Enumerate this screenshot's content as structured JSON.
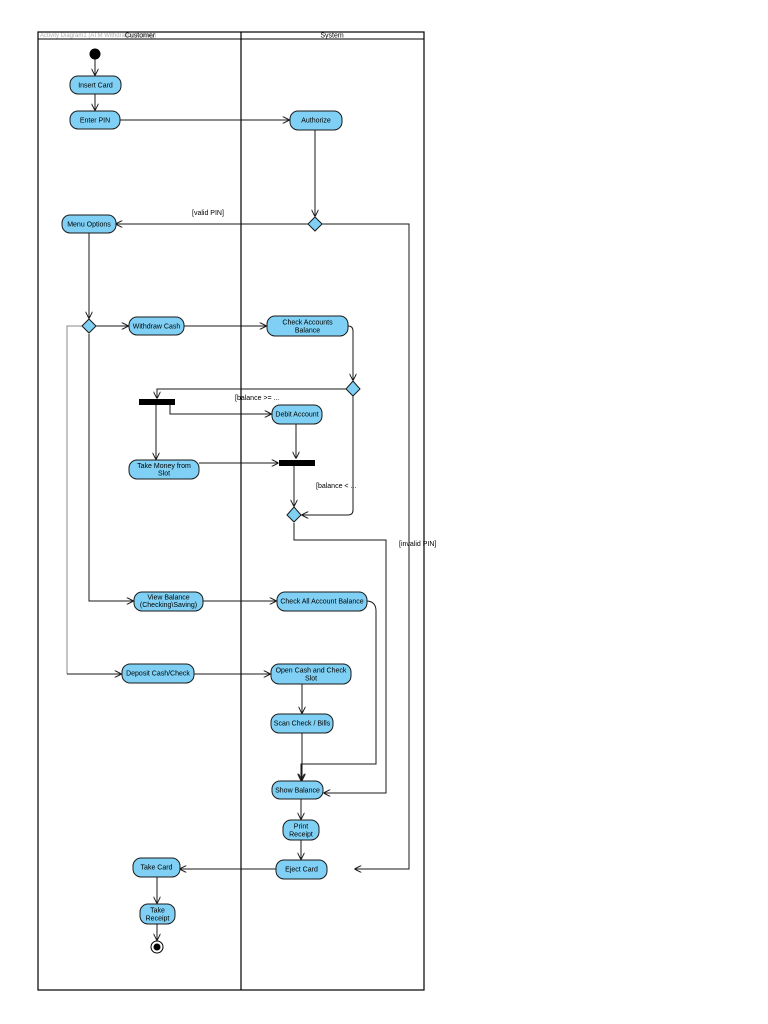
{
  "diagram": {
    "header_text": "Activity Diagram1 (ATM Withdrawal Activity)",
    "lanes": {
      "customer": "Customer",
      "system": "System"
    },
    "nodes": {
      "insert_card": "Insert Card",
      "enter_pin": "Enter PIN",
      "authorize": "Authorize",
      "menu_options": "Menu Options",
      "withdraw_cash": "Withdraw Cash",
      "check_accounts_balance_1": "Check Accounts",
      "check_accounts_balance_2": "Balance",
      "debit_account": "Debit Account",
      "take_money_1": "Take Money from",
      "take_money_2": "Slot",
      "view_balance_1": "View Balance",
      "view_balance_2": "(Checking\\Saving)",
      "check_all_account_balance": "Check All Account Balance",
      "deposit_cash_check": "Deposit Cash/Check",
      "open_cash_check_slot_1": "Open Cash and Check",
      "open_cash_check_slot_2": "Slot",
      "scan_check_bills": "Scan Check / Bills",
      "show_balance": "Show Balance",
      "print_receipt_1": "Print",
      "print_receipt_2": "Receipt",
      "eject_card": "Eject Card",
      "take_card": "Take Card",
      "take_receipt_1": "Take",
      "take_receipt_2": "Receipt"
    },
    "guards": {
      "valid_pin": "[valid PIN]",
      "invalid_pin": "[invalid PIN]",
      "balance_ge": "[balance >= ...",
      "balance_lt": "[balance < ..."
    },
    "colors": {
      "activity_fill": "#7fd0f4",
      "outline": "#1a1a1a",
      "bar": "#000000"
    }
  }
}
